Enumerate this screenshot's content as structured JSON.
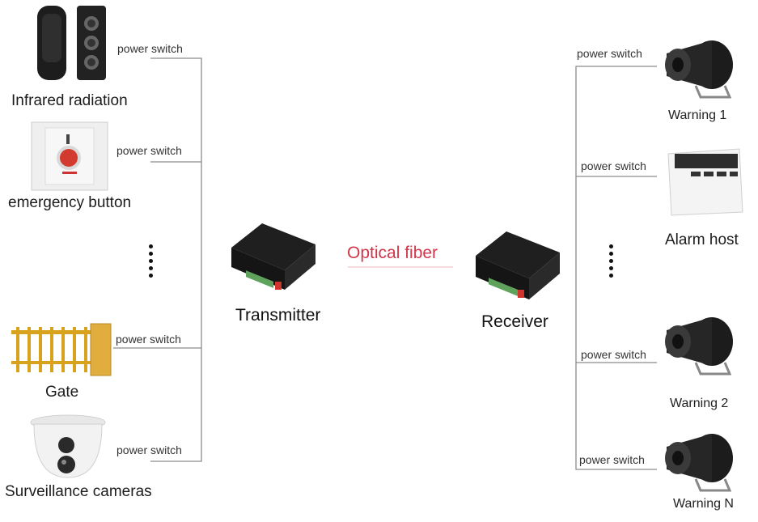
{
  "left_devices": [
    {
      "label": "Infrared radiation",
      "icon": "infrared-detector-icon"
    },
    {
      "label": "emergency button",
      "icon": "emergency-button-icon"
    },
    {
      "label": "Gate",
      "icon": "barrier-gate-icon"
    },
    {
      "label": "Surveillance cameras",
      "icon": "dome-camera-icon"
    }
  ],
  "left_switches": [
    "power switch",
    "power switch",
    "power switch",
    "power switch"
  ],
  "transmitter": {
    "label": "Transmitter",
    "icon": "fiber-transmitter-icon"
  },
  "link": {
    "label": "Optical fiber",
    "color": "#d2364a"
  },
  "receiver": {
    "label": "Receiver",
    "icon": "fiber-receiver-icon"
  },
  "right_switches": [
    "power switch",
    "power switch",
    "power switch",
    "power switch"
  ],
  "right_devices": [
    {
      "label": "Warning 1",
      "icon": "siren-horn-icon"
    },
    {
      "label": "Alarm host",
      "icon": "alarm-host-panel-icon"
    },
    {
      "label": "Warning 2",
      "icon": "siren-horn-icon"
    },
    {
      "label": "Warning N",
      "icon": "siren-horn-icon"
    }
  ]
}
